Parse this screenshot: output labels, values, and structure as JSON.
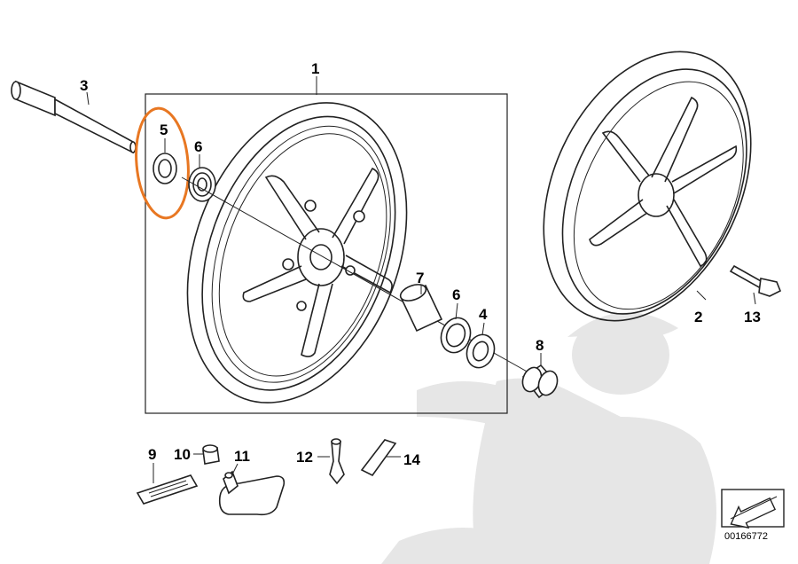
{
  "diagram": {
    "reference_number": "00166772",
    "highlight_color": "#e87722",
    "line_color": "#222222",
    "parts": [
      {
        "id": "1",
        "label": "1"
      },
      {
        "id": "2",
        "label": "2"
      },
      {
        "id": "3",
        "label": "3"
      },
      {
        "id": "4",
        "label": "4"
      },
      {
        "id": "5",
        "label": "5"
      },
      {
        "id": "6a",
        "label": "6"
      },
      {
        "id": "6b",
        "label": "6"
      },
      {
        "id": "7",
        "label": "7"
      },
      {
        "id": "8",
        "label": "8"
      },
      {
        "id": "9",
        "label": "9"
      },
      {
        "id": "10",
        "label": "10"
      },
      {
        "id": "11",
        "label": "11"
      },
      {
        "id": "12",
        "label": "12"
      },
      {
        "id": "13",
        "label": "13"
      },
      {
        "id": "14",
        "label": "14"
      }
    ],
    "highlighted_part": "5",
    "icons": [
      "arrow-icon",
      "watermark-mechanic-icon"
    ]
  }
}
